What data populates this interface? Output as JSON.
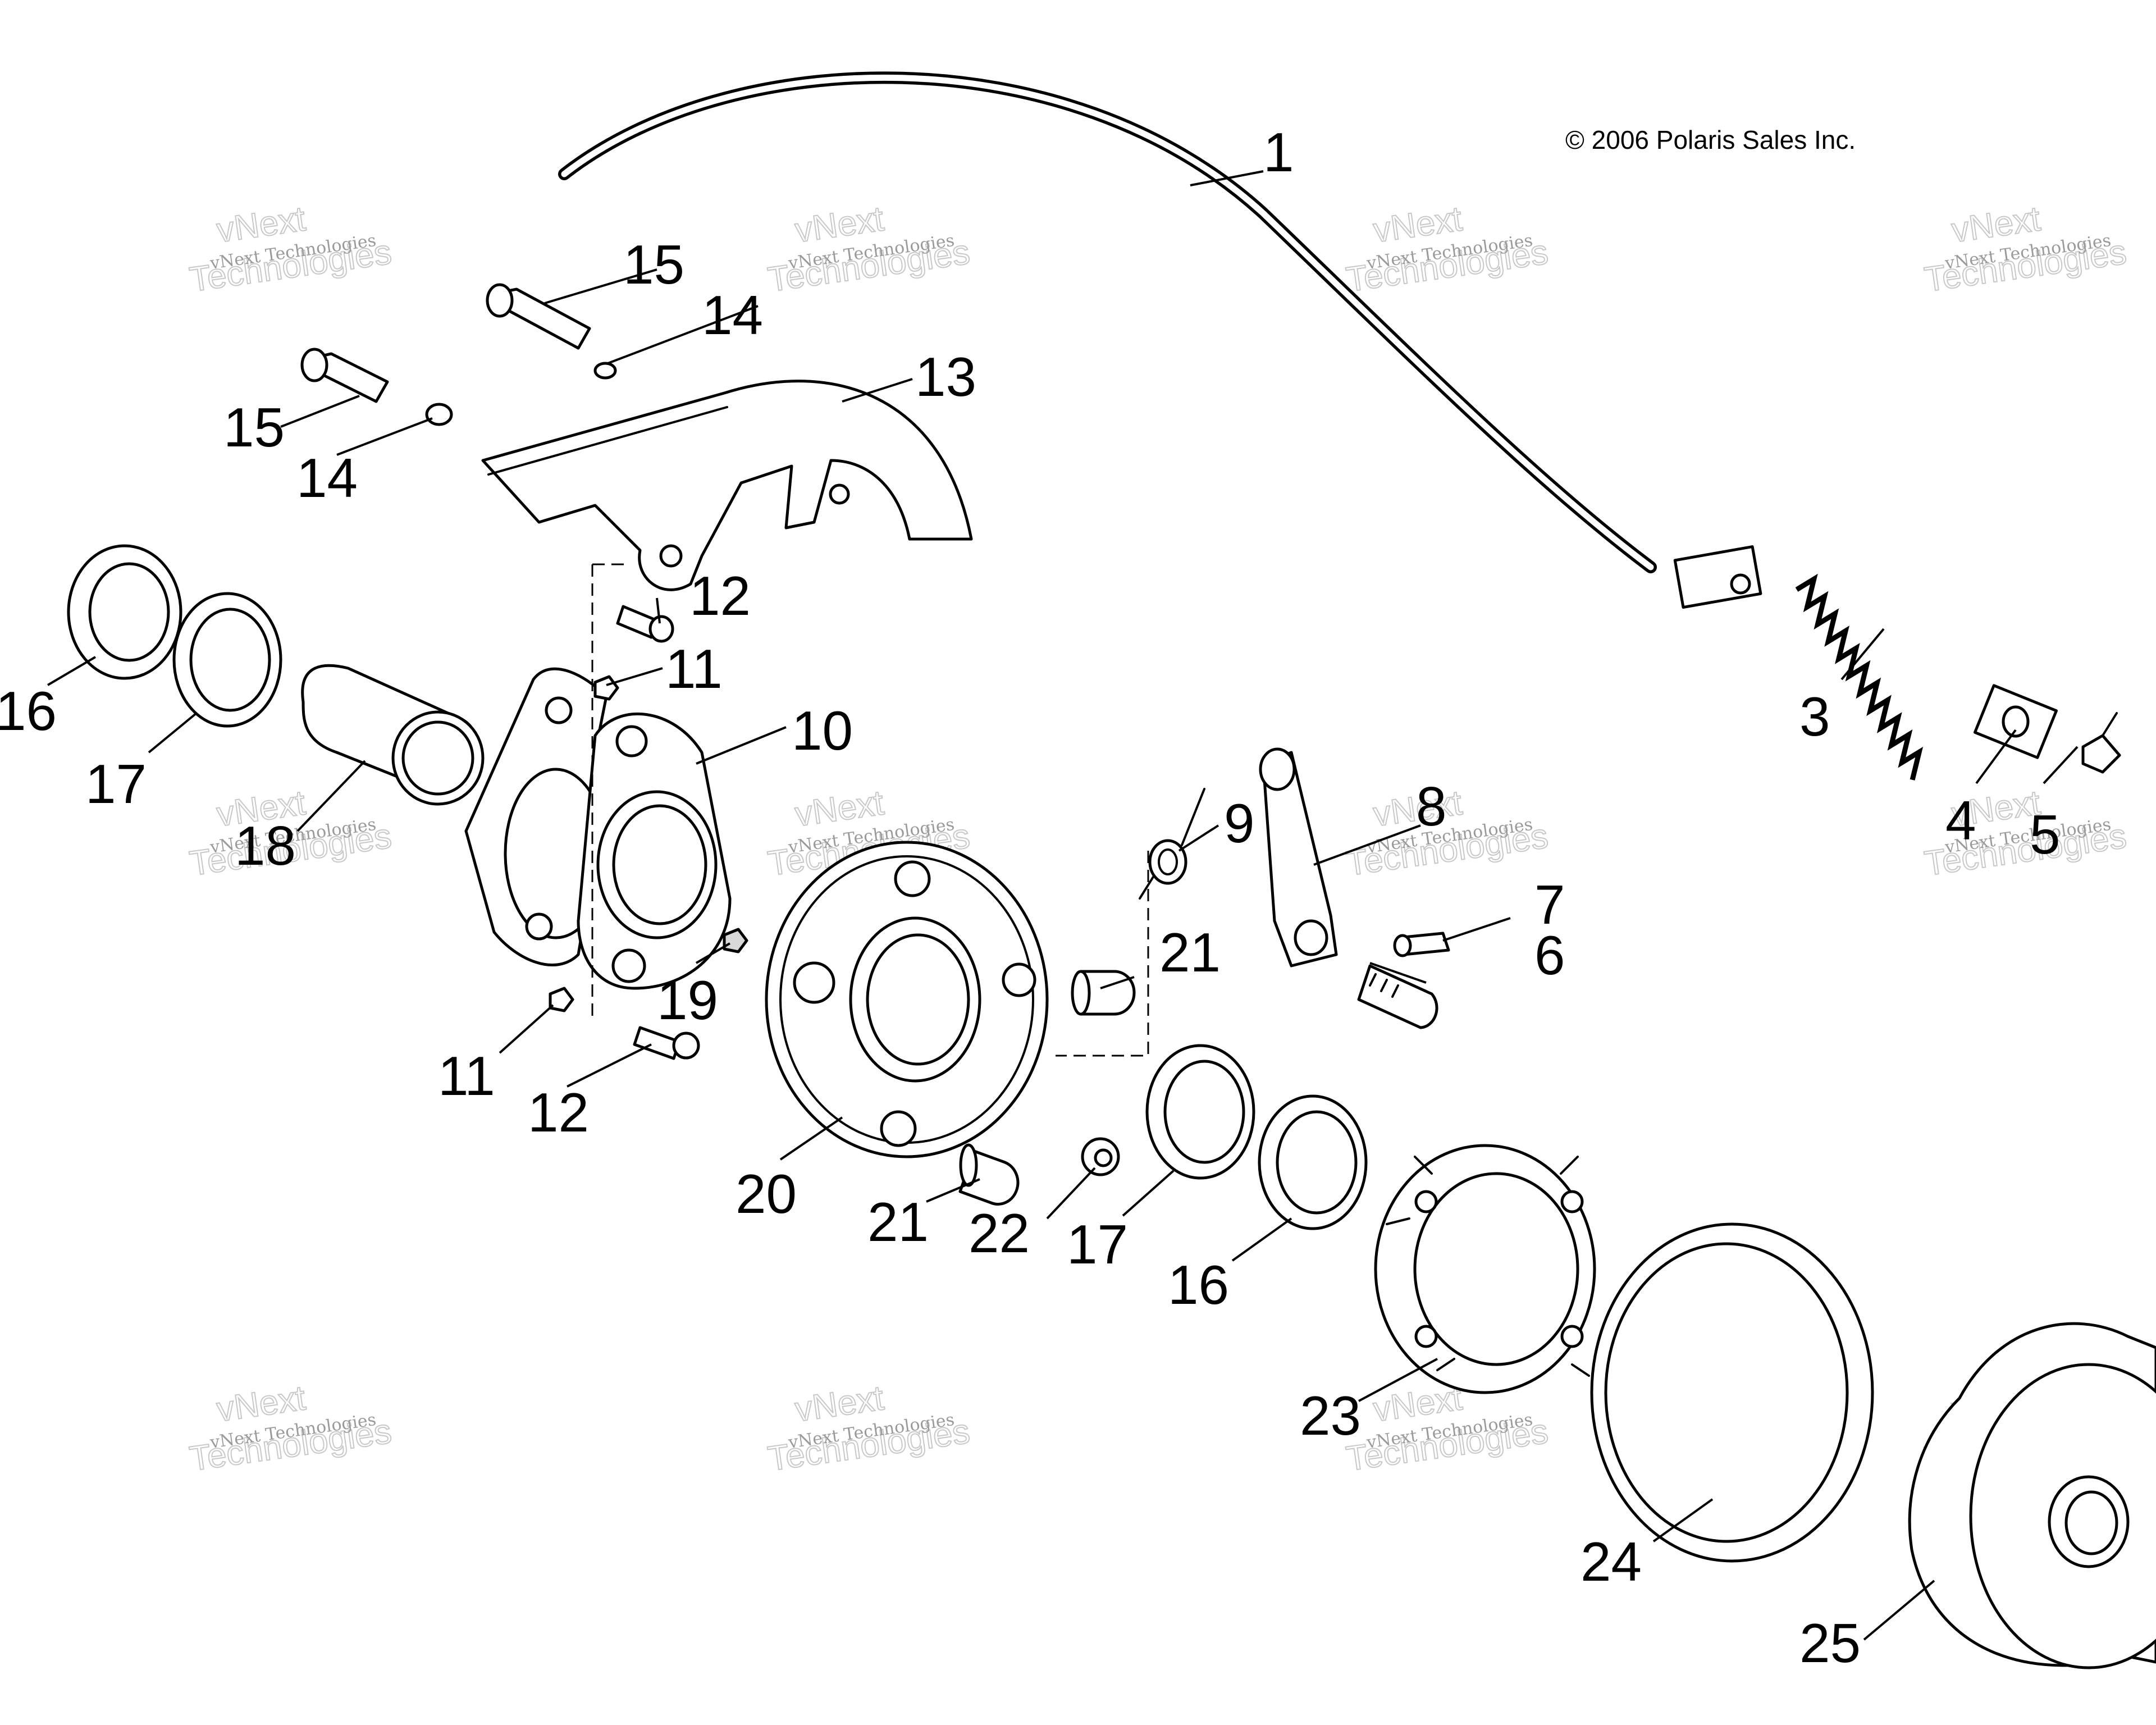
{
  "copyright": "© 2006 Polaris Sales Inc.",
  "watermark": {
    "line1": "vNext Technologies",
    "line2": "vNext",
    "line3": "Technologies"
  },
  "callouts": {
    "c1": "1",
    "c3": "3",
    "c4": "4",
    "c5": "5",
    "c6": "6",
    "c7": "7",
    "c8": "8",
    "c9": "9",
    "c10": "10",
    "c11a": "11",
    "c11b": "11",
    "c12a": "12",
    "c12b": "12",
    "c13": "13",
    "c14a": "14",
    "c14b": "14",
    "c15a": "15",
    "c15b": "15",
    "c16a": "16",
    "c16b": "16",
    "c17a": "17",
    "c17b": "17",
    "c18": "18",
    "c19": "19",
    "c20": "20",
    "c21a": "21",
    "c21b": "21",
    "c22": "22",
    "c23": "23",
    "c24": "24",
    "c25": "25"
  },
  "colors": {
    "line": "#000000",
    "background": "#ffffff",
    "watermark": "#9a9a9a"
  }
}
